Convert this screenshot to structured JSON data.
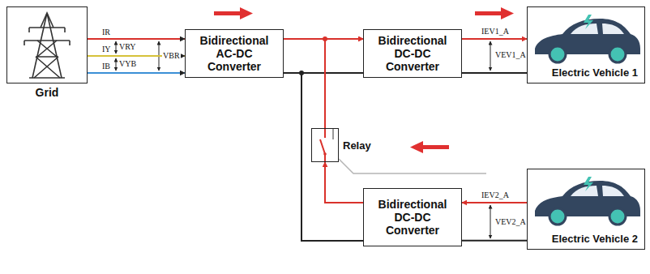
{
  "diagram": {
    "nodes": [
      {
        "text": [
          "Grid"
        ]
      },
      {
        "text": [
          "Bidirectional AC-DC Converter"
        ]
      },
      {
        "text": [
          "Bidirectional DC-DC Converter"
        ]
      },
      {
        "text": [
          "Electric Vehicle 1"
        ]
      },
      {
        "text": [
          "Relay"
        ]
      },
      {
        "text": [
          "Bidirectional DC-DC Converter"
        ]
      },
      {
        "text": [
          "Electric Vehicle 2"
        ]
      }
    ],
    "edges": [
      {
        "from": 0,
        "to": 1,
        "arrow": "to"
      },
      {
        "from": 1,
        "to": 2,
        "arrow": "to"
      },
      {
        "from": 2,
        "to": 3,
        "arrow": "to"
      },
      {
        "from": 6,
        "to": 5,
        "arrow": "to"
      },
      {
        "from": 5,
        "to": 4,
        "arrow": "to"
      },
      {
        "from": 4,
        "to": 2,
        "arrow": "to"
      }
    ],
    "labels": [
      "IR",
      "IY",
      "IB",
      "VRY",
      "VYB",
      "VBR",
      "IEV1_A",
      "VEV1_A",
      "IEV2_A",
      "VEV2_A"
    ]
  }
}
